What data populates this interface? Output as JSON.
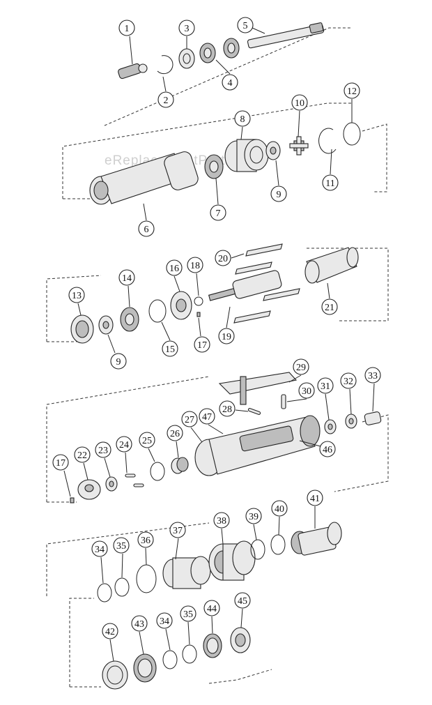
{
  "watermark": "eReplacementParts.com",
  "labels": [
    "1",
    "2",
    "3",
    "4",
    "5",
    "6",
    "7",
    "8",
    "9",
    "10",
    "11",
    "12",
    "13",
    "14",
    "15",
    "16",
    "17",
    "18",
    "19",
    "20",
    "21",
    "9",
    "17",
    "22",
    "23",
    "24",
    "25",
    "26",
    "27",
    "47",
    "28",
    "29",
    "30",
    "31",
    "32",
    "33",
    "46",
    "34",
    "35",
    "36",
    "37",
    "38",
    "39",
    "40",
    "41",
    "42",
    "43",
    "34",
    "35",
    "44",
    "45"
  ]
}
